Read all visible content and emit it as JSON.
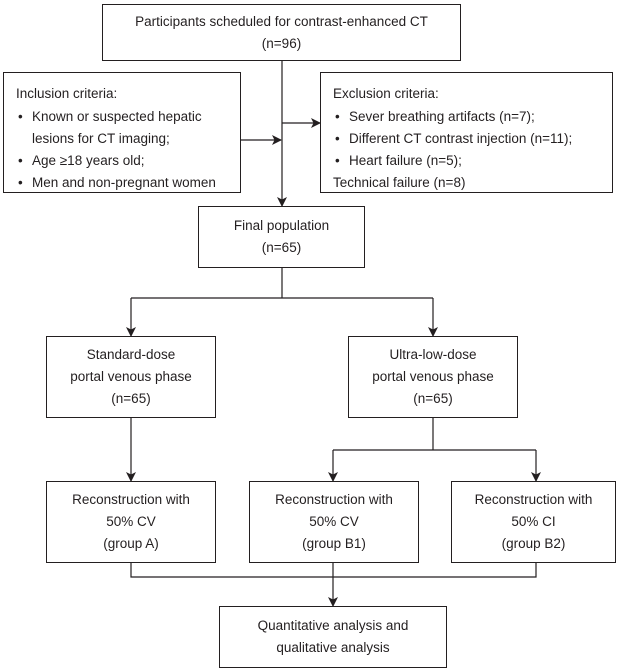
{
  "participants": {
    "line1": "Participants scheduled for contrast-enhanced CT",
    "line2": "(n=96)"
  },
  "inclusion": {
    "title": "Inclusion criteria:",
    "items": [
      {
        "line1": "Known or suspected hepatic",
        "line2": "lesions for CT imaging;"
      },
      {
        "line1": "Age ≥18 years old;"
      },
      {
        "line1": "Men and non-pregnant women"
      }
    ]
  },
  "exclusion": {
    "title": "Exclusion criteria:",
    "items": [
      "Sever breathing artifacts (n=7);",
      "Different CT contrast injection (n=11);",
      "Heart failure (n=5);"
    ],
    "extra": "Technical failure (n=8)"
  },
  "final": {
    "line1": "Final population",
    "line2": "(n=65)"
  },
  "standard": {
    "line1": "Standard-dose",
    "line2": "portal venous phase",
    "line3": "(n=65)"
  },
  "ultralow": {
    "line1": "Ultra-low-dose",
    "line2": "portal venous phase",
    "line3": "(n=65)"
  },
  "group_a": {
    "line1": "Reconstruction with",
    "line2": "50% CV",
    "line3": "(group A)"
  },
  "group_b1": {
    "line1": "Reconstruction with",
    "line2": "50% CV",
    "line3": "(group B1)"
  },
  "group_b2": {
    "line1": "Reconstruction with",
    "line2": "50% CI",
    "line3": "(group B2)"
  },
  "analysis": {
    "line1": "Quantitative analysis and",
    "line2": "qualitative analysis"
  }
}
